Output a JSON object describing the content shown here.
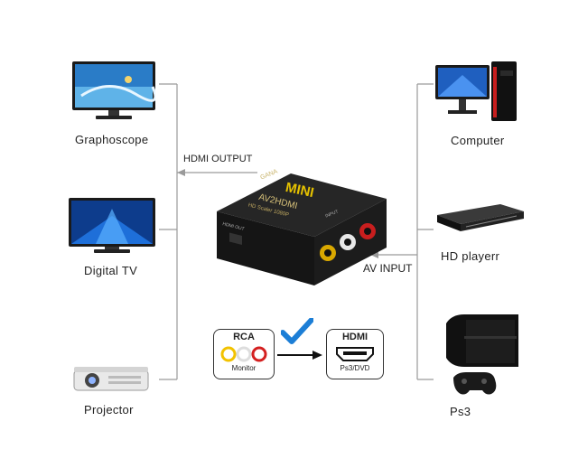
{
  "left_devices": [
    {
      "label": "Graphoscope",
      "icon": "flat-tv-icon"
    },
    {
      "label": "Digital  TV",
      "icon": "digital-tv-icon"
    },
    {
      "label": "Projector",
      "icon": "projector-icon"
    }
  ],
  "right_devices": [
    {
      "label": "Computer",
      "icon": "desktop-computer-icon"
    },
    {
      "label": "HD playerr",
      "icon": "hd-player-icon"
    },
    {
      "label": "Ps3",
      "icon": "game-console-icon"
    }
  ],
  "arrows": {
    "output_label": "HDMI OUTPUT",
    "input_label": "AV INPUT"
  },
  "converter": {
    "brand": "GANA",
    "badge": "MINI",
    "model": "AV2HDMI",
    "subtitle": "HD Scaler 1080P",
    "input_port_label": "INPUT",
    "output_port_label": "HDMI OUT"
  },
  "rca_card": {
    "title": "RCA",
    "caption": "Monitor"
  },
  "hdmi_card": {
    "title": "HDMI",
    "caption": "Ps3/DVD"
  },
  "colors": {
    "bracket_line": "#9a9a9a",
    "checkmark": "#1c7ed6",
    "device_body": "#1a1a1a",
    "rca_yellow": "#f2c200",
    "rca_red": "#d42020"
  }
}
